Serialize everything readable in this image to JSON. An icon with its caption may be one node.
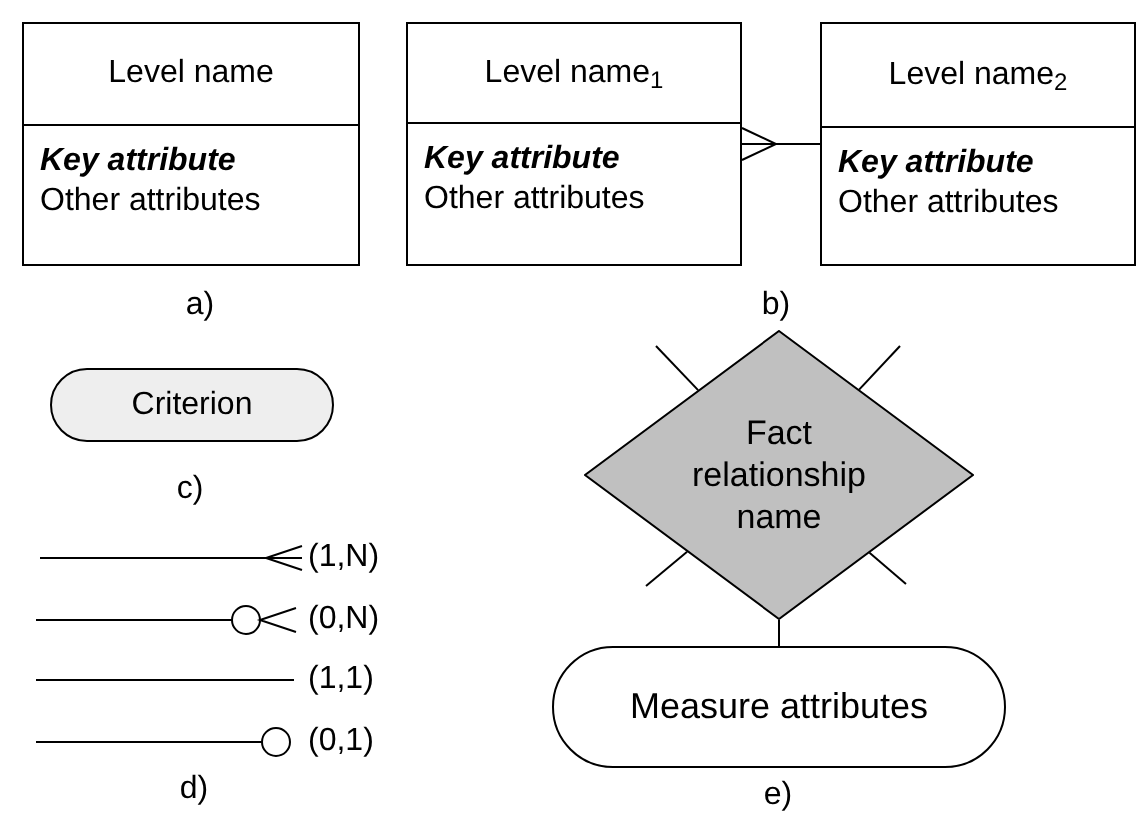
{
  "diagram": {
    "nodes": [
      {
        "text": [
          "Level name",
          "Key attribute",
          "Other attributes"
        ]
      },
      {
        "text": [
          "Level name$_{1}$",
          "Key attribute",
          "Other attributes"
        ]
      },
      {
        "text": [
          "Level name$_{2}$",
          "Key attribute",
          "Other attributes"
        ]
      },
      {
        "text": [
          "Criterion"
        ]
      },
      {
        "text": [
          "Fact relationship name"
        ]
      },
      {
        "text": [
          "Measure attributes"
        ]
      }
    ],
    "edges": [
      {
        "from": 1,
        "to": 2,
        "arrow": "other"
      },
      {
        "from": 4,
        "to": 5,
        "arrow": "none"
      },
      {
        "from": 4,
        "to": null,
        "arrow": "none"
      },
      {
        "from": 4,
        "to": null,
        "arrow": "none"
      },
      {
        "from": 4,
        "to": null,
        "arrow": "none"
      },
      {
        "from": 4,
        "to": null,
        "arrow": "none"
      }
    ],
    "labels": [
      "a)",
      "b)",
      "c)",
      "(1,N)",
      "(0,N)",
      "(1,1)",
      "(0,1)",
      "d)",
      "e)"
    ]
  }
}
